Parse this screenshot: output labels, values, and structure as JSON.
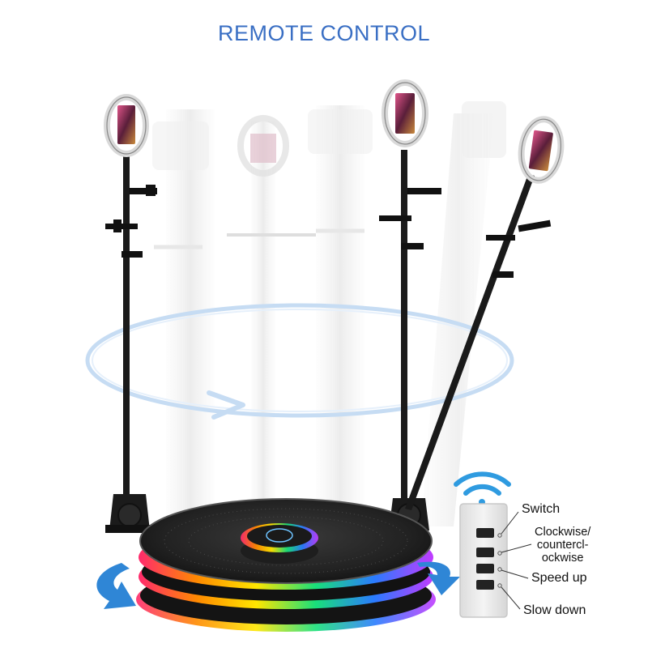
{
  "header": {
    "title": "REMOTE CONTROL"
  },
  "remote": {
    "buttons": [
      {
        "id": "switch",
        "label": "Switch"
      },
      {
        "id": "direction",
        "label_line1": "Clockwise/",
        "label_line2": "countercl-",
        "label_line3": "ockwise"
      },
      {
        "id": "speed_up",
        "label": "Speed up"
      },
      {
        "id": "slow_down",
        "label": "Slow down"
      }
    ]
  },
  "colors": {
    "title": "#3a6fc4",
    "orbit": "#b9d5f2",
    "arrow": "#2f86d6",
    "wifi": "#2f9be0",
    "pole": "#1a1a1a",
    "remote_body": "#ececec"
  },
  "icons": {
    "wireless": "wifi-signal-icon",
    "rotate_left": "rotate-left-arrow-icon",
    "rotate_right": "rotate-right-arrow-icon"
  }
}
